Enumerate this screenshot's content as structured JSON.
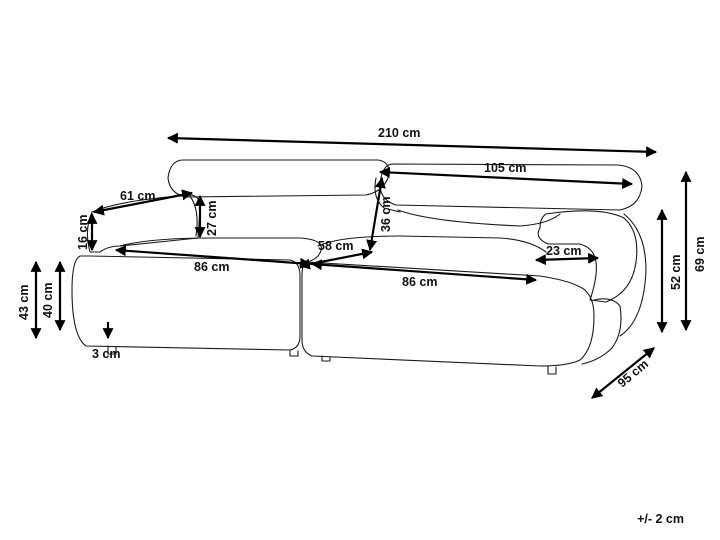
{
  "dimensions": {
    "total_width": "210 cm",
    "backrest_width": "105 cm",
    "armrest_depth": "61 cm",
    "armrest_height": "16 cm",
    "backrest_cushion_height": "27 cm",
    "back_height": "36 cm",
    "seat_depth": "58 cm",
    "armrest_width": "23 cm",
    "seat_width_left": "86 cm",
    "seat_width_right": "86 cm",
    "total_height": "69 cm",
    "armrest_total_height": "52 cm",
    "seat_height_total": "43 cm",
    "seat_height": "40 cm",
    "leg_height": "3 cm",
    "total_depth": "95 cm"
  },
  "tolerance": "+/- 2 cm"
}
